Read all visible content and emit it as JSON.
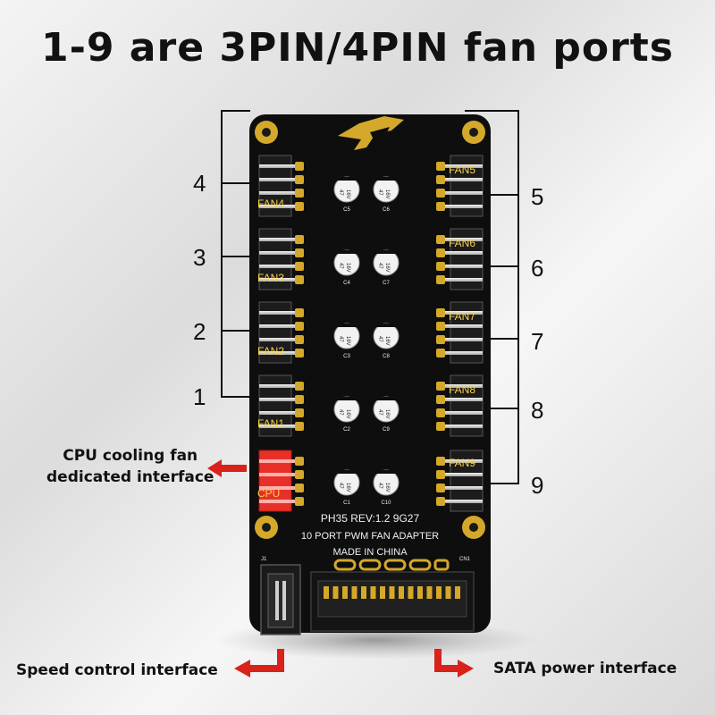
{
  "title": "1-9 are 3PIN/4PIN fan ports",
  "port_numbers": [
    "4",
    "3",
    "2",
    "1",
    "5",
    "6",
    "7",
    "8",
    "9"
  ],
  "fan_labels": [
    "FAN4",
    "FAN3",
    "FAN2",
    "FAN1",
    "CPU",
    "FAN5",
    "FAN6",
    "FAN7",
    "FAN8",
    "FAN9"
  ],
  "capacitor_text": {
    "value": "47",
    "voltage": "16V"
  },
  "capacitor_ids": [
    "C5",
    "C6",
    "C4",
    "C7",
    "C3",
    "C8",
    "C2",
    "C9",
    "C1",
    "C10"
  ],
  "board_text": {
    "model_line": "PH35    REV:1.2    9G27",
    "product_line": "10 PORT PWM FAN ADAPTER",
    "origin_line": "MADE IN CHINA",
    "j1": "J1",
    "cn1": "CN1"
  },
  "callouts": {
    "cpu_line1": "CPU cooling fan",
    "cpu_line2": "dedicated interface",
    "speed": "Speed control interface",
    "sata": "SATA power interface"
  },
  "colors": {
    "pcb": "#0e0e0e",
    "gold_pad": "#d4a82a",
    "fan_label": "#f6d04d",
    "arrow": "#d9221a",
    "cpu_header": "#e8302a",
    "header": "#cfcfcf"
  }
}
